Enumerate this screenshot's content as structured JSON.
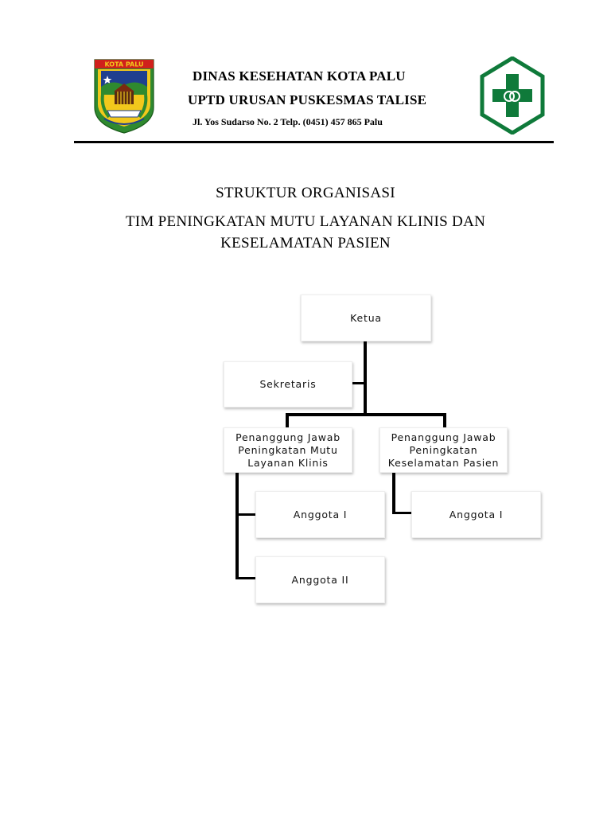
{
  "letterhead": {
    "left_logo_label": "KOTA PALU",
    "line1": "DINAS KESEHATAN KOTA PALU",
    "line2": "UPTD URUSAN PUSKESMAS TALISE",
    "address": "Jl. Yos Sudarso No. 2 Telp. (0451) 457 865 Palu"
  },
  "titles": {
    "line1": "STRUKTUR ORGANISASI",
    "line2": "TIM PENINGKATAN MUTU LAYANAN KLINIS DAN",
    "line3": "KESELAMATAN PASIEN"
  },
  "org": {
    "ketua": "Ketua",
    "sekretaris": "Sekretaris",
    "pj_mutu": [
      "Penanggung Jawab",
      "Peningkatan Mutu",
      "Layanan Klinis"
    ],
    "pj_keselamatan": [
      "Penanggung Jawab",
      "Peningkatan",
      "Keselamatan Pasien"
    ],
    "mutu_anggota_1": "Anggota I",
    "mutu_anggota_2": "Anggota II",
    "keselamatan_anggota_1": "Anggota I"
  },
  "colors": {
    "puskesmas_green": "#0f7a3a",
    "emblem_green": "#2f8a2f",
    "emblem_red": "#d0201c",
    "emblem_yellow": "#f2c81c",
    "emblem_blue": "#1f3f8f"
  }
}
